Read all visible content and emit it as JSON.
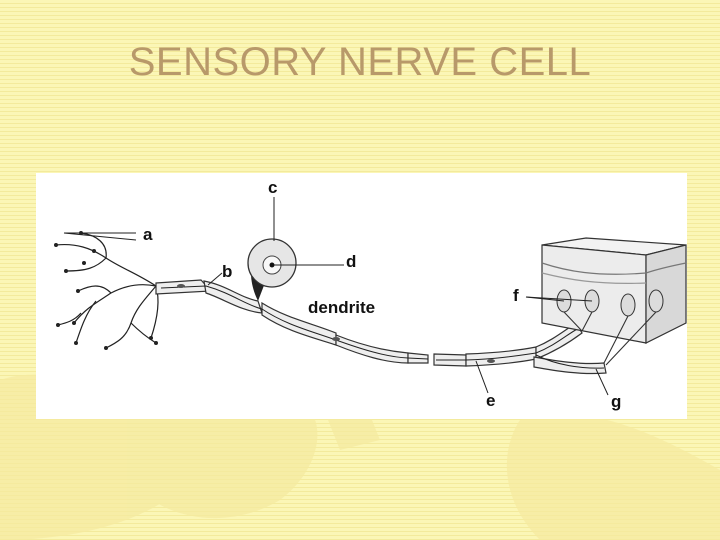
{
  "slide": {
    "title": "SENSORY NERVE CELL"
  },
  "diagram": {
    "labels": {
      "a": "a",
      "b": "b",
      "c": "c",
      "d": "d",
      "dendrite": "dendrite",
      "e": "e",
      "f": "f",
      "g": "g"
    }
  },
  "colors": {
    "title": "#b8996a",
    "background": "#fbf6b6",
    "stripe": "#f3ea9c",
    "figure_background": "#ffffff"
  }
}
